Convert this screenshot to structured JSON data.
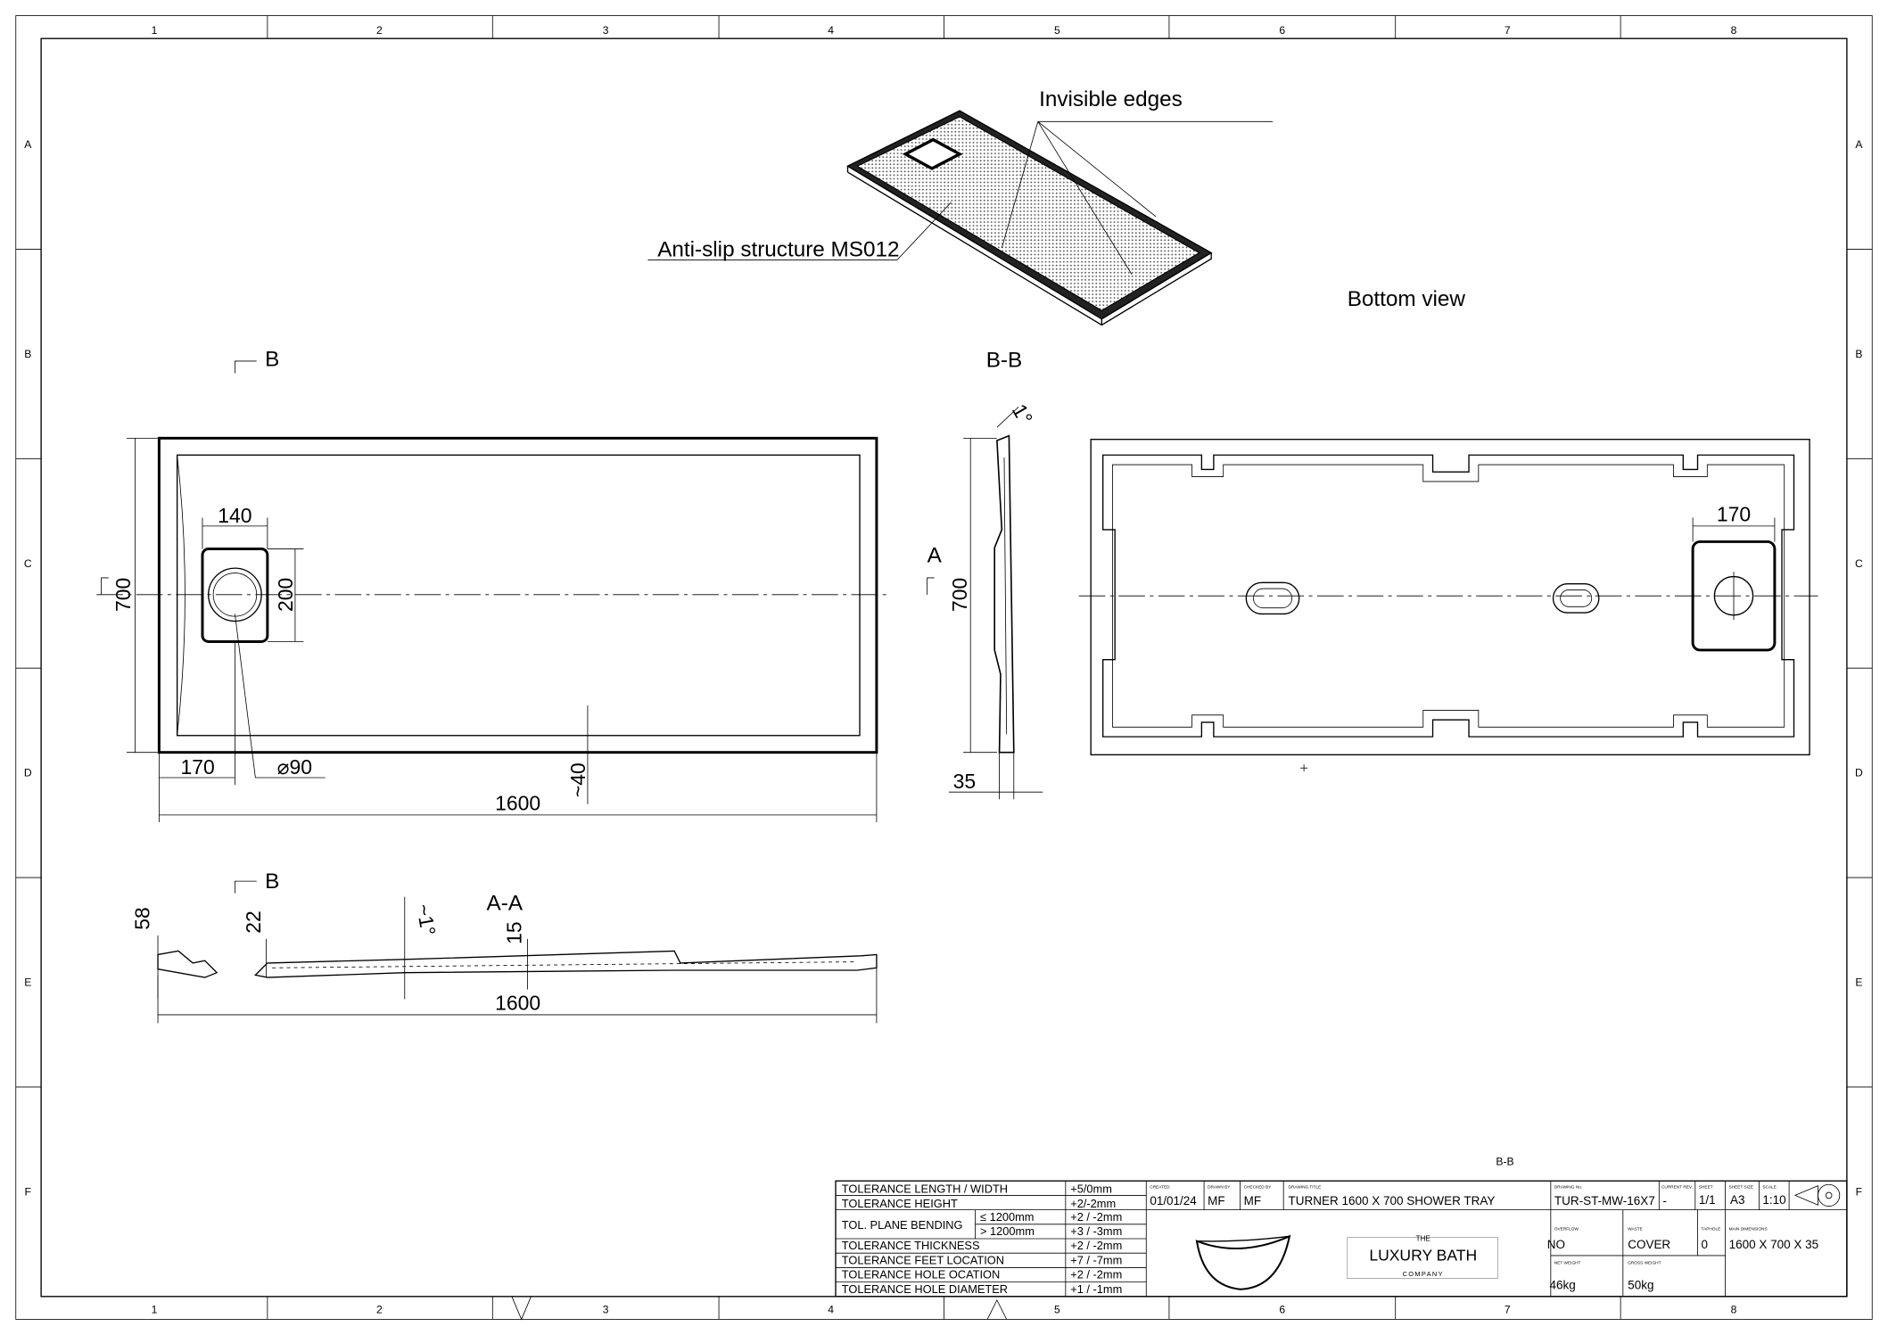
{
  "grid": {
    "columns": [
      "1",
      "2",
      "3",
      "4",
      "5",
      "6",
      "7",
      "8"
    ],
    "rows": [
      "A",
      "B",
      "C",
      "D",
      "E",
      "F"
    ]
  },
  "iso_view": {
    "invisible_edges_label": "Invisible edges",
    "anti_slip_label": "Anti-slip structure MS012"
  },
  "bottom_view": {
    "title": "Bottom view",
    "dim_170": "170"
  },
  "top_view": {
    "section_marker": "B",
    "section_marker_a": "A",
    "dim_140": "140",
    "dim_200": "200",
    "dim_700": "700",
    "dim_170": "170",
    "dim_diameter": "⌀90",
    "dim_length": "1600",
    "dim_40": "~40"
  },
  "section_bb": {
    "title": "B-B",
    "dim_700": "700",
    "dim_35": "35",
    "angle": "1°"
  },
  "section_aa": {
    "title": "A-A",
    "section_marker": "B",
    "dim_58": "58",
    "dim_22": "22",
    "angle": "~1°",
    "dim_15": "15",
    "dim_length": "1600"
  },
  "floating_label": "B-B",
  "title_block": {
    "tolerances": [
      {
        "label": "TOLERANCE LENGTH / WIDTH",
        "value": "+5/0mm"
      },
      {
        "label": "TOLERANCE HEIGHT",
        "value": "+2/-2mm"
      },
      {
        "label": "TOL. PLANE BENDING",
        "sub1": "≤  1200mm",
        "value1": "+2 / -2mm",
        "sub2": ">  1200mm",
        "value2": "+3 / -3mm"
      },
      {
        "label": "TOLERANCE THICKNESS",
        "value": "+2 / -2mm"
      },
      {
        "label": "TOLERANCE FEET LOCATION",
        "value": "+7 / -7mm"
      },
      {
        "label": "TOLERANCE HOLE OCATION",
        "value": "+2 / -2mm"
      },
      {
        "label": "TOLERANCE HOLE DIAMETER",
        "value": "+1 / -1mm"
      }
    ],
    "created_label": "CREATED",
    "created": "01/01/24",
    "drawn_by_label": "DRAWN BY",
    "drawn_by": "MF",
    "checked_by_label": "CHECKED BY",
    "checked_by": "MF",
    "drawing_title_label": "DRAWING TITLE",
    "drawing_title": "TURNER 1600 X 700 SHOWER TRAY",
    "drawing_no_label": "DRAWING No.",
    "drawing_no": "TUR-ST-MW-16X7",
    "current_rev_label": "CURRENT REV.",
    "current_rev": "-",
    "sheet_label": "SHEET",
    "sheet": "1/1",
    "sheet_size_label": "SHEET SIZE",
    "sheet_size": "A3",
    "scale_label": "SCALE",
    "scale": "1:10",
    "overflow_label": "OVERFLOW",
    "overflow": "NO",
    "waste_label": "WASTE",
    "waste": "COVER",
    "taphole_label": "TAPHOLE",
    "taphole": "0",
    "main_dimensions_label": "MAIN DIMENSIONS",
    "main_dimensions": "1600 X 700 X 35",
    "net_weight_label": "NET WEIGHT",
    "net_weight": "46kg",
    "gross_weight_label": "GROSS WEIGHT",
    "gross_weight": "50kg",
    "logo": {
      "top": "THE",
      "main": "LUXURY BATH",
      "bottom": "COMPANY"
    }
  }
}
